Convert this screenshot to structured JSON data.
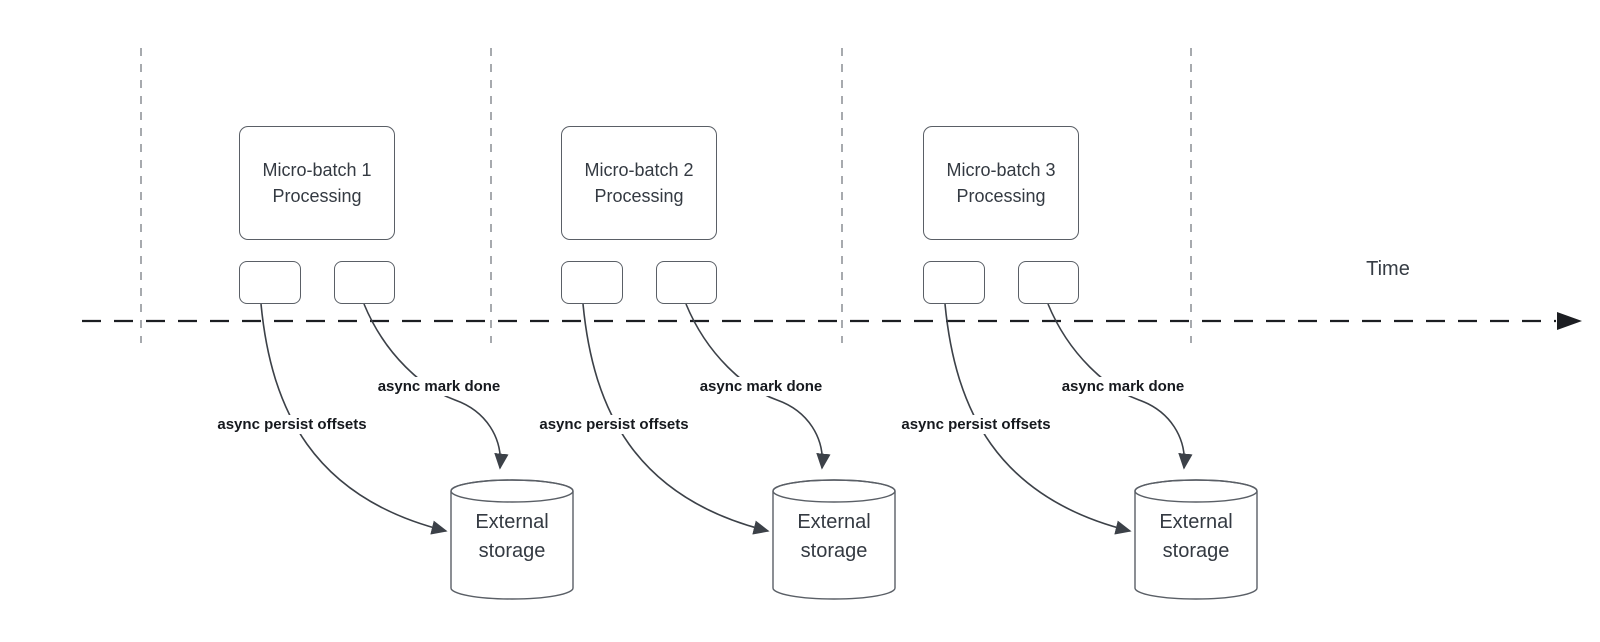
{
  "diagram": {
    "time_axis_label": "Time",
    "groups": [
      {
        "title_lines": [
          "Micro-batch 1",
          "Processing"
        ],
        "persist_label": "async persist offsets",
        "done_label": "async mark done",
        "storage_lines": [
          "External",
          "storage"
        ]
      },
      {
        "title_lines": [
          "Micro-batch 2",
          "Processing"
        ],
        "persist_label": "async persist offsets",
        "done_label": "async mark done",
        "storage_lines": [
          "External",
          "storage"
        ]
      },
      {
        "title_lines": [
          "Micro-batch 3",
          "Processing"
        ],
        "persist_label": "async persist offsets",
        "done_label": "async mark done",
        "storage_lines": [
          "External",
          "storage"
        ]
      }
    ],
    "colors": {
      "background": "#ffffff",
      "shape_border": "#5a5f66",
      "shape_text": "#343a42",
      "flow_arrow": "#3c4148",
      "flow_label_text": "#16191e",
      "time_axis": "#1c1e22",
      "interval_guide": "#a7aaae"
    }
  }
}
